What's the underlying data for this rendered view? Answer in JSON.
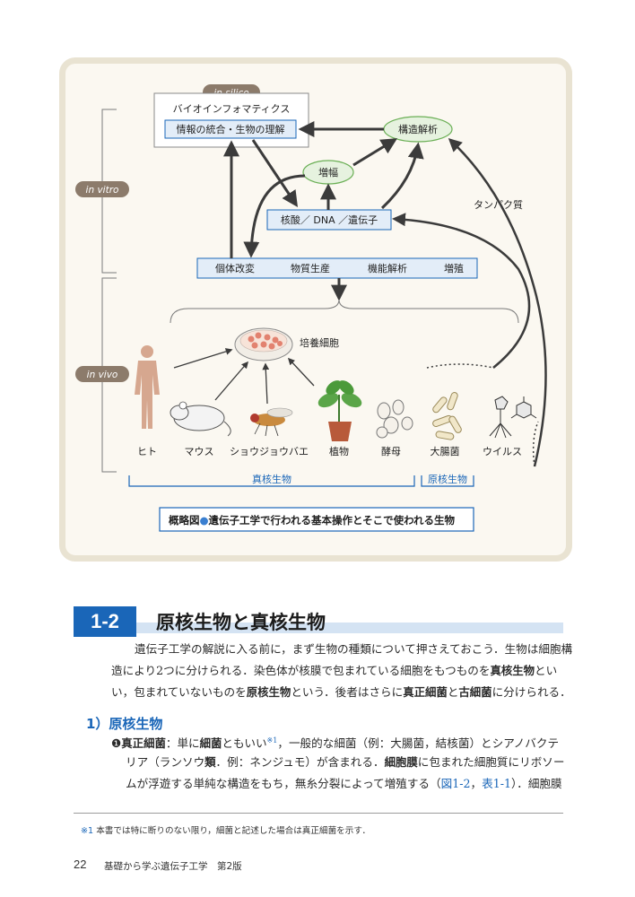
{
  "figure": {
    "tags": {
      "in_silico": "in silico",
      "in_vitro": "in vitro",
      "in_vivo": "in vivo"
    },
    "bioinformatics_label": "バイオインフォマティクス",
    "info_box": "情報の統合・生物の理解",
    "structure_analysis": "構造解析",
    "amplification": "増幅",
    "nucleic_box": "核酸／ DNA ／遺伝子",
    "protein_label": "タンパク質",
    "ops": [
      "個体改変",
      "物質生産",
      "機能解析",
      "増殖"
    ],
    "culture_label": "培養細胞",
    "organisms": [
      "ヒト",
      "マウス",
      "ショウジョウバエ",
      "植物",
      "酵母",
      "大腸菌",
      "ウイルス"
    ],
    "eukaryote_label": "真核生物",
    "prokaryote_label": "原核生物",
    "caption_prefix": "概略図",
    "caption_text": "遺伝子工学で行われる基本操作とそこで使われる生物"
  },
  "section": {
    "number": "1-2",
    "title": "原核生物と真核生物"
  },
  "intro": {
    "l1": "遺伝子工学の解説に入る前に，まず生物の種類について押さえておこう．生物は細胞構",
    "l2a": "造により2つに分けられる．染色体が核膜で包まれている細胞をもつものを",
    "l2b": "真核生物",
    "l2c": "とい",
    "l3a": "い，包まれていないものを",
    "l3b": "原核生物",
    "l3c": "という．後者はさらに",
    "l3d": "真正細菌",
    "l3e": "と",
    "l3f": "古細菌",
    "l3g": "に分けられる．"
  },
  "subsection": {
    "title": "1）原核生物"
  },
  "item1": {
    "bullet": "❶",
    "term": "真正細菌",
    "t1": "：単に",
    "t2": "細菌",
    "t3": "ともいい",
    "sup": "※1",
    "t4": "，一般的な細菌（例：大腸菌，結核菌）とシアノバクテ",
    "l2a": "リア（ランソウ",
    "l2b": "類",
    "l2c": "．例：ネンジュモ）が含まれる．",
    "l2d": "細胞膜",
    "l2e": "に包まれた細胞質にリボソー",
    "l3a": "ムが浮遊する単純な構造をもち，無糸分裂によって増殖する（",
    "l3b": "図1-2",
    "l3c": "，",
    "l3d": "表1-1",
    "l3e": "）．細胞膜"
  },
  "footnote": {
    "mark": "※1",
    "text": " 本書では特に断りのない限り，細菌と記述した場合は真正細菌を示す．"
  },
  "footer": {
    "page": "22",
    "book": "基礎から学ぶ遺伝子工学　第2版"
  },
  "colors": {
    "blue": "#1a66b8",
    "box_fill": "#e3edf8",
    "green_fill": "#e6f2df",
    "green_stroke": "#6aaf55",
    "tag_fill": "#8c7b6b"
  }
}
